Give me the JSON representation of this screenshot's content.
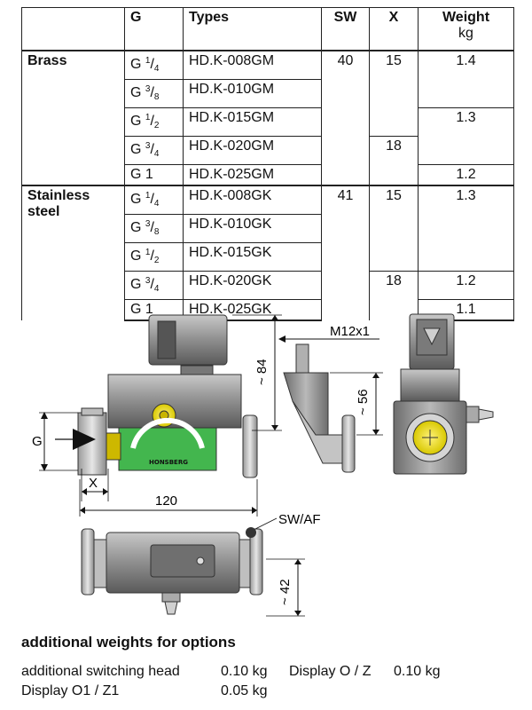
{
  "table": {
    "headers": {
      "g": "G",
      "types": "Types",
      "sw": "SW",
      "x": "X",
      "weight": "Weight",
      "weight_unit": "kg"
    },
    "materials": {
      "brass": "Brass",
      "stainless_1": "Stainless",
      "stainless_2": "steel"
    },
    "g_prefix": "G",
    "rows": [
      {
        "g_num": "1",
        "g_den": "4",
        "type": "HD.K-008GM"
      },
      {
        "g_num": "3",
        "g_den": "8",
        "type": "HD.K-010GM"
      },
      {
        "g_num": "1",
        "g_den": "2",
        "type": "HD.K-015GM"
      },
      {
        "g_num": "3",
        "g_den": "4",
        "type": "HD.K-020GM"
      },
      {
        "g_whole": "G 1",
        "type": "HD.K-025GM"
      },
      {
        "g_num": "1",
        "g_den": "4",
        "type": "HD.K-008GK"
      },
      {
        "g_num": "3",
        "g_den": "8",
        "type": "HD.K-010GK"
      },
      {
        "g_num": "1",
        "g_den": "2",
        "type": "HD.K-015GK"
      },
      {
        "g_num": "3",
        "g_den": "4",
        "type": "HD.K-020GK"
      },
      {
        "g_whole": "G 1",
        "type": "HD.K-025GK"
      }
    ],
    "brass_sw": "40",
    "stainless_sw": "41",
    "x_values": [
      "15",
      "18",
      "15",
      "18"
    ],
    "weights": [
      "1.4",
      "1.3",
      "1.2",
      "1.3",
      "1.2",
      "1.1"
    ]
  },
  "drawing": {
    "dim_84": "~ 84",
    "dim_m12": "M12x1",
    "dim_56": "~ 56",
    "dim_g": "G",
    "dim_x": "X",
    "dim_120": "120",
    "dim_swaf": "SW/AF",
    "dim_42": "~ 42",
    "brand": "HONSBERG"
  },
  "additional": {
    "title": "additional weights for options",
    "lines": [
      "additional switching head",
      "0.10 kg",
      "Display O / Z",
      "0.10 kg",
      "Display O1 / Z1",
      "0.05 kg"
    ]
  },
  "colors": {
    "body_gray": "#8a8a8a",
    "green": "#3fb24a",
    "yellow": "#f2e600",
    "brass": "#c9b400"
  }
}
